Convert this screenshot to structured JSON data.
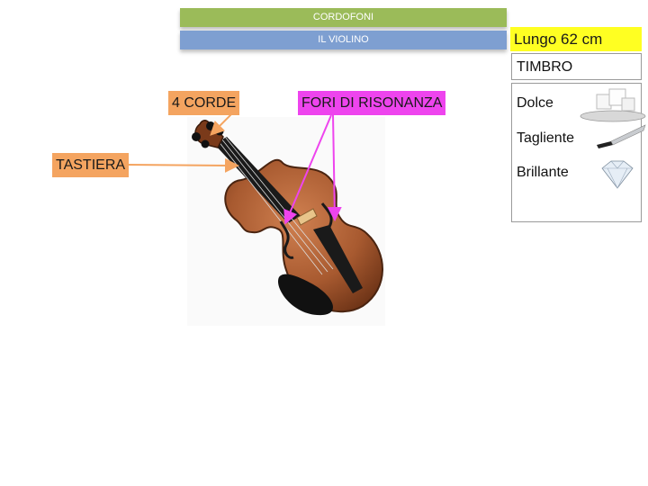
{
  "header": {
    "category": "CORDOFONI",
    "instrument": "IL VIOLINO"
  },
  "labels": {
    "strings": "4 CORDE",
    "sound_holes": "FORI DI RISONANZA",
    "fingerboard": "TASTIERA"
  },
  "side_panel": {
    "length": "Lungo 62 cm",
    "timbre_title": "TIMBRO",
    "timbre_items": [
      "Dolce",
      "Tagliente",
      "Brillante"
    ]
  },
  "colors": {
    "green_bar": "#9bbb59",
    "blue_bar": "#7e9fd1",
    "orange_label": "#f4a460",
    "magenta_label": "#ee44ee",
    "yellow_label": "#ffff22",
    "orange_arrow": "#f4a460",
    "magenta_arrow": "#ee44ee"
  },
  "icons": {
    "dolce": "sugar-cubes-icon",
    "tagliente": "knife-icon",
    "brillante": "diamond-icon"
  }
}
